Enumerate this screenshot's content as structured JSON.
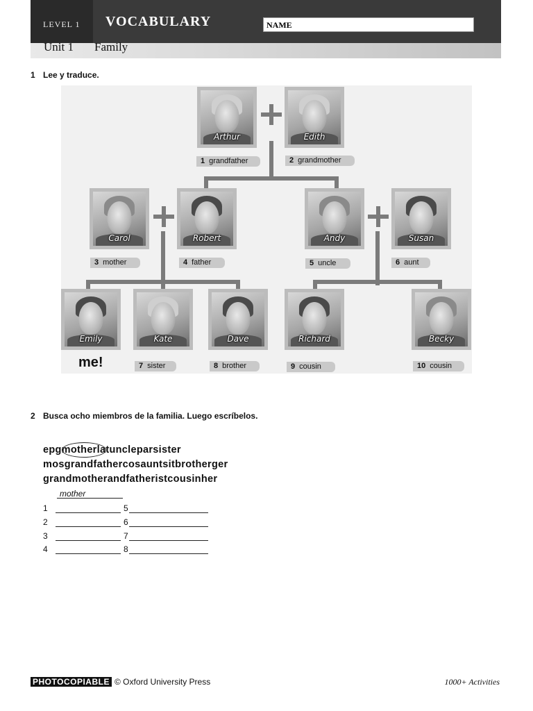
{
  "header": {
    "level": "LEVEL 1",
    "title": "VOCABULARY",
    "name_label": "NAME",
    "unit": "Unit 1",
    "unit_name": "Family"
  },
  "exercise1": {
    "number": "1",
    "instruction": "Lee y traduce.",
    "people": [
      {
        "name": "Arthur",
        "label_number": "1",
        "label": "grandfather"
      },
      {
        "name": "Edith",
        "label_number": "2",
        "label": "grandmother"
      },
      {
        "name": "Carol",
        "label_number": "3",
        "label": "mother"
      },
      {
        "name": "Robert",
        "label_number": "4",
        "label": "father"
      },
      {
        "name": "Andy",
        "label_number": "5",
        "label": "uncle"
      },
      {
        "name": "Susan",
        "label_number": "6",
        "label": "aunt"
      },
      {
        "name": "Emily",
        "label_number": "",
        "label": ""
      },
      {
        "name": "Kate",
        "label_number": "7",
        "label": "sister"
      },
      {
        "name": "Dave",
        "label_number": "8",
        "label": "brother"
      },
      {
        "name": "Richard",
        "label_number": "9",
        "label": "cousin"
      },
      {
        "name": "Becky",
        "label_number": "10",
        "label": "cousin"
      }
    ],
    "me_label": "me!"
  },
  "exercise2": {
    "number": "2",
    "instruction": "Busca ocho miembros de la familia. Luego escríbelos.",
    "lines": [
      "epgmotherlatuncleparsister",
      "mosgrandfathercosauntsitbrotherger",
      "grandmotherandfatheristcousinher"
    ],
    "example_answer": "mother",
    "rows": [
      {
        "left": "1",
        "right": "5"
      },
      {
        "left": "2",
        "right": "6"
      },
      {
        "left": "3",
        "right": "7"
      },
      {
        "left": "4",
        "right": "8"
      }
    ]
  },
  "footer": {
    "photocopiable": "PHOTOCOPIABLE",
    "copyright": "© Oxford University Press",
    "activities": "1000+ Activities"
  }
}
